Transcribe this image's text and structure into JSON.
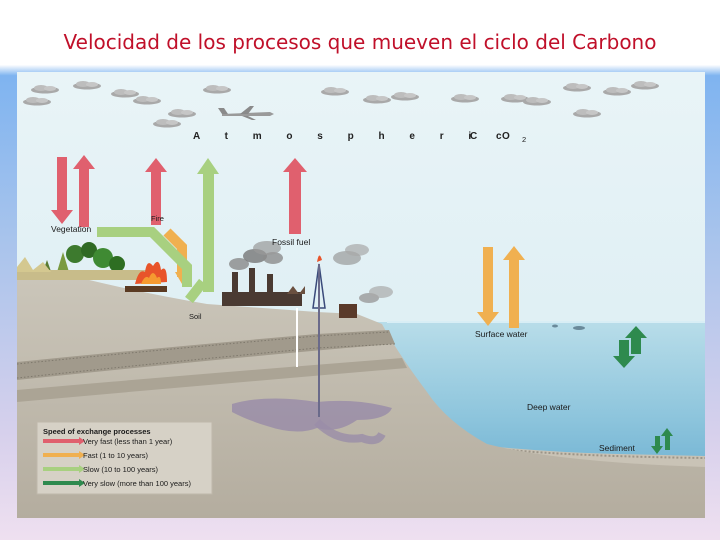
{
  "slide": {
    "title": "Velocidad de los procesos que mueven el ciclo del Carbono"
  },
  "diagram": {
    "atmosphere_label": "A t m o s p h e r i c",
    "co2_label": "C O",
    "co2_subscript": "2",
    "labels": {
      "vegetation": "Vegetation",
      "fire": "Fire",
      "fossil_fuel": "Fossil fuel",
      "soil": "Soil",
      "surface_water": "Surface water",
      "deep_water": "Deep water",
      "sediment": "Sediment"
    },
    "legend": {
      "title": "Speed of exchange processes",
      "items": [
        {
          "label": "Very fast (less than 1 year)",
          "color": "#e0606e"
        },
        {
          "label": "Fast (1 to 10 years)",
          "color": "#f0b050"
        },
        {
          "label": "Slow (10 to 100 years)",
          "color": "#a8d080"
        },
        {
          "label": "Very slow (more than 100 years)",
          "color": "#2e8a4e"
        }
      ]
    },
    "colors": {
      "very_fast": "#e0606e",
      "fast": "#f0b050",
      "slow": "#a8d080",
      "very_slow": "#2e8a4e",
      "sky": "#e4f1f6",
      "ocean": "#a6d2e4",
      "land": "#bfb9ac"
    }
  }
}
